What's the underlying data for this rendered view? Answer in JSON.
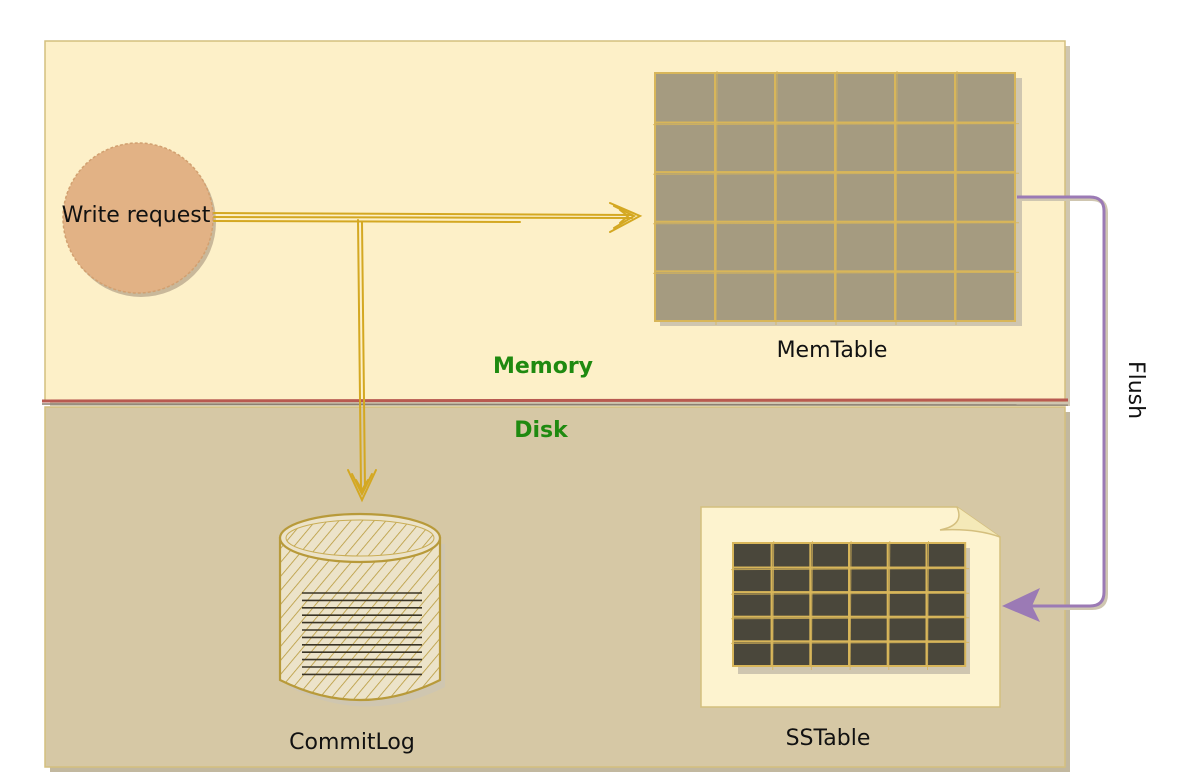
{
  "diagram": {
    "zones": {
      "memory": {
        "label": "Memory"
      },
      "disk": {
        "label": "Disk"
      }
    },
    "nodes": {
      "write_request": {
        "label": "Write request"
      },
      "memtable": {
        "label": "MemTable"
      },
      "commitlog": {
        "label": "CommitLog"
      },
      "sstable": {
        "label": "SSTable"
      }
    },
    "edges": {
      "flush": {
        "label": "Flush"
      }
    }
  },
  "colors": {
    "memory_zone": "#fdf0c8",
    "disk_zone": "#d6c8a5",
    "zone_label": "#1f8a10",
    "divider": "#b85a50",
    "write_request_fill": "#e2b285",
    "memtable_cell": "#a59b80",
    "sstable_cell": "#4a473b",
    "grid_line": "#d8b65a",
    "write_arrow": "#d4a822",
    "flush_arrow": "#9b7ab5",
    "cylinder_stroke": "#b89a3a",
    "sstable_sheet": "#fdf3cf"
  }
}
